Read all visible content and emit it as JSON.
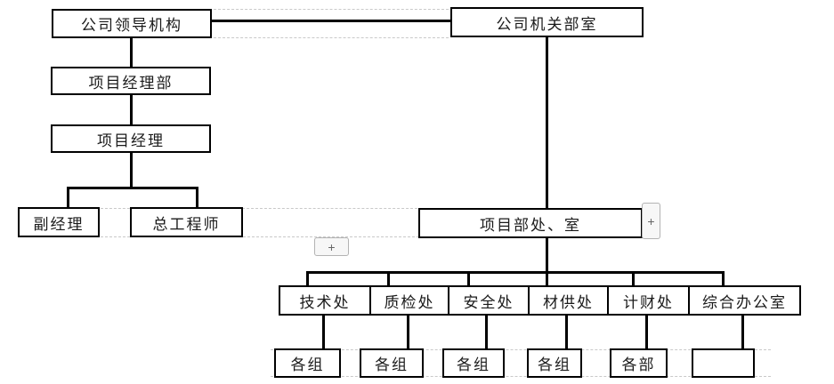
{
  "diagram": {
    "type": "org-chart",
    "nodes": [
      {
        "id": "company-leadership",
        "label": "公司领导机构"
      },
      {
        "id": "company-office-depts",
        "label": "公司机关部室"
      },
      {
        "id": "project-manager-dept",
        "label": "项目经理部"
      },
      {
        "id": "project-manager",
        "label": "项目经理"
      },
      {
        "id": "deputy-manager",
        "label": "副经理"
      },
      {
        "id": "chief-engineer",
        "label": "总工程师"
      },
      {
        "id": "project-dept-offices",
        "label": "项目部处、室"
      },
      {
        "id": "tech-office",
        "label": "技术处"
      },
      {
        "id": "quality-office",
        "label": "质检处"
      },
      {
        "id": "safety-office",
        "label": "安全处"
      },
      {
        "id": "material-office",
        "label": "材供处"
      },
      {
        "id": "finance-office",
        "label": "计财处"
      },
      {
        "id": "general-office",
        "label": "综合办公室"
      },
      {
        "id": "group-1",
        "label": "各组"
      },
      {
        "id": "group-2",
        "label": "各组"
      },
      {
        "id": "group-3",
        "label": "各组"
      },
      {
        "id": "group-4",
        "label": "各组"
      },
      {
        "id": "group-5",
        "label": "各部"
      }
    ],
    "edges": [
      {
        "from": "company-leadership",
        "to": "company-office-depts"
      },
      {
        "from": "company-leadership",
        "to": "project-manager-dept"
      },
      {
        "from": "project-manager-dept",
        "to": "project-manager"
      },
      {
        "from": "project-manager",
        "to": "deputy-manager"
      },
      {
        "from": "project-manager",
        "to": "chief-engineer"
      },
      {
        "from": "company-office-depts",
        "to": "project-dept-offices"
      },
      {
        "from": "project-dept-offices",
        "to": "tech-office"
      },
      {
        "from": "project-dept-offices",
        "to": "quality-office"
      },
      {
        "from": "project-dept-offices",
        "to": "safety-office"
      },
      {
        "from": "project-dept-offices",
        "to": "material-office"
      },
      {
        "from": "project-dept-offices",
        "to": "finance-office"
      },
      {
        "from": "project-dept-offices",
        "to": "general-office"
      },
      {
        "from": "tech-office",
        "to": "group-1"
      },
      {
        "from": "quality-office",
        "to": "group-2"
      },
      {
        "from": "safety-office",
        "to": "group-3"
      },
      {
        "from": "material-office",
        "to": "group-4"
      },
      {
        "from": "finance-office",
        "to": "group-5"
      },
      {
        "from": "general-office",
        "to": "dept-group"
      }
    ],
    "buttons": [
      {
        "id": "add-shape-below",
        "label": "+"
      },
      {
        "id": "add-shape-right",
        "label": "+"
      }
    ],
    "colors": {
      "line": "#000000",
      "box_border": "#000000",
      "box_bg": "#ffffff",
      "grid_dash": "#c9c9c9",
      "button_bg": "#f7f7f7",
      "button_border": "#b3b3b3",
      "button_text": "#666666"
    }
  }
}
